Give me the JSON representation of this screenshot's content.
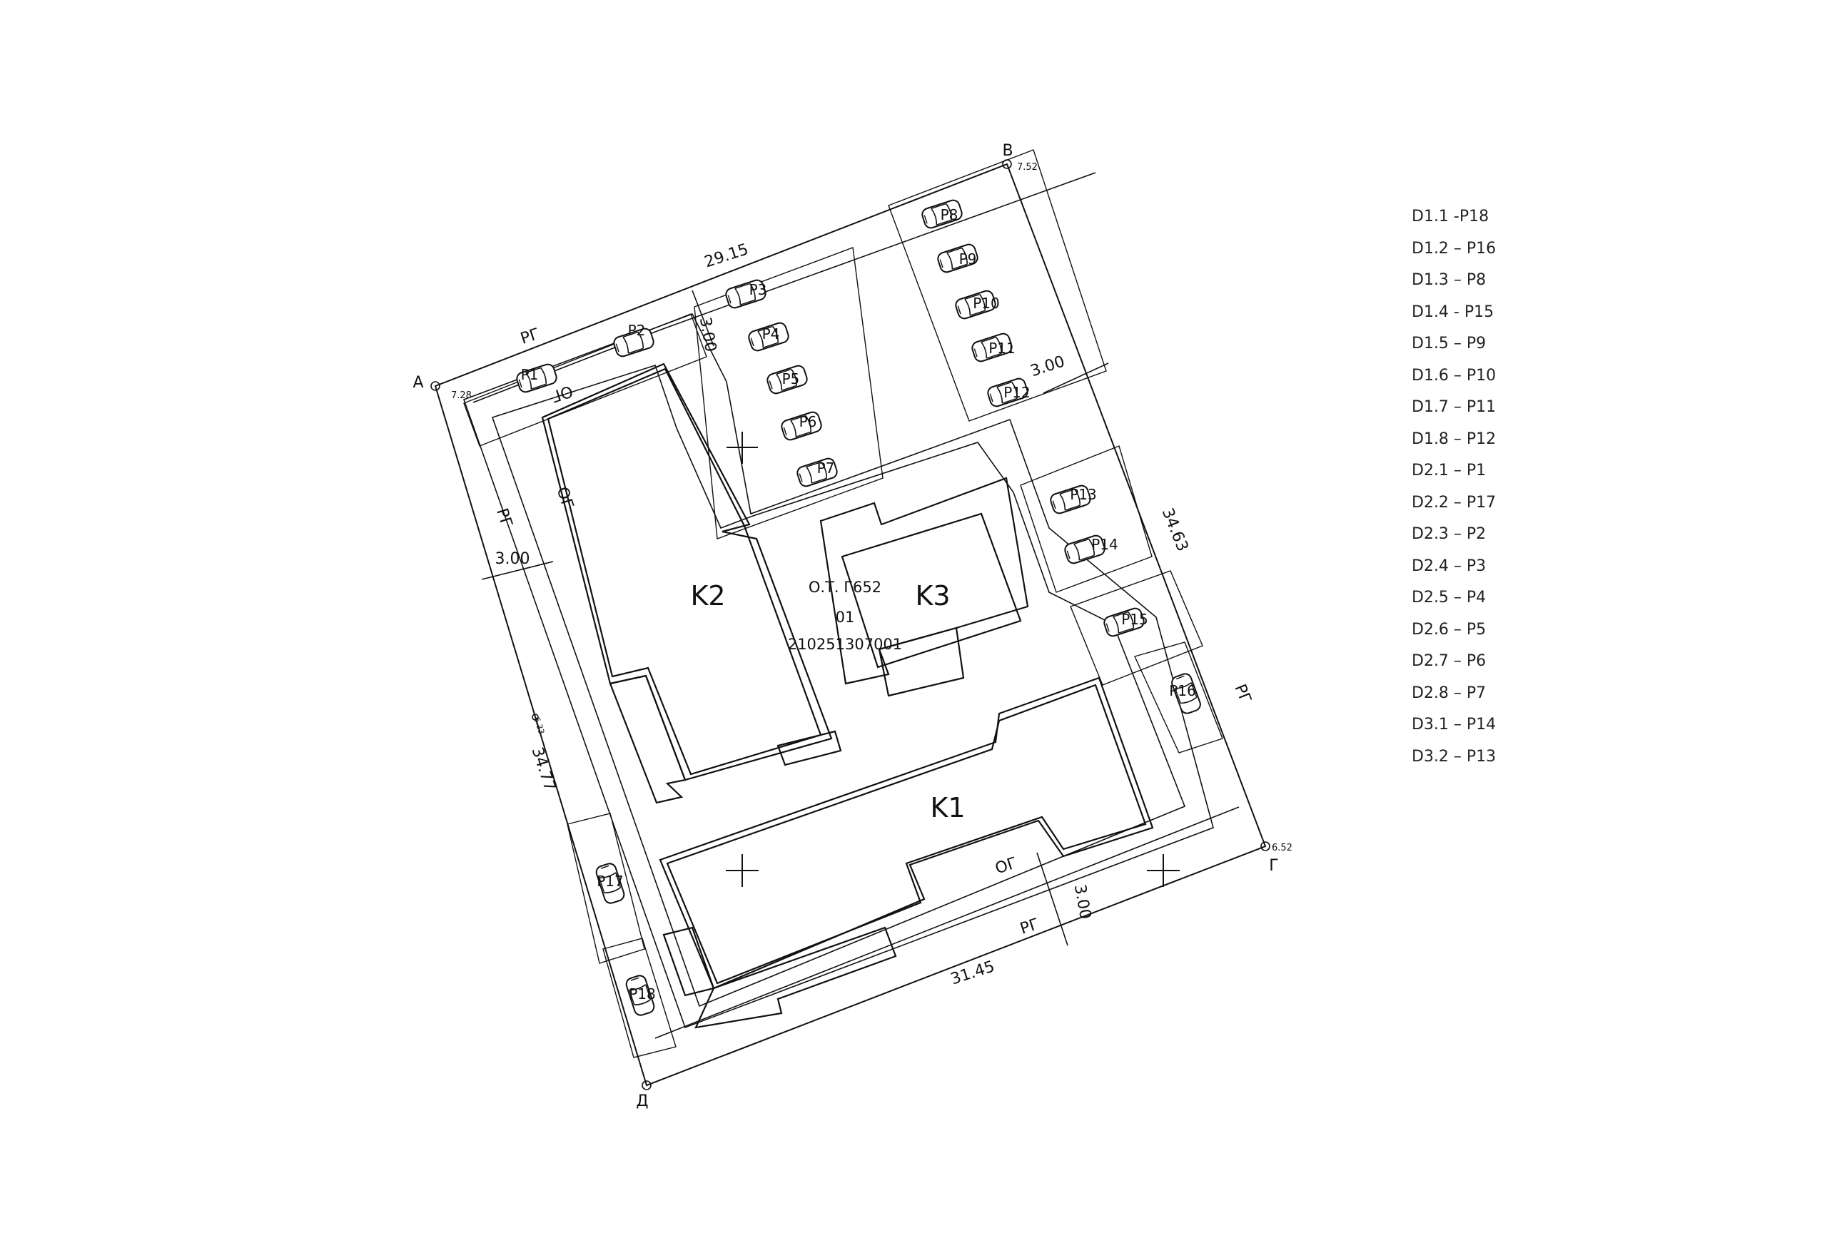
{
  "plan": {
    "corners": {
      "a": "А",
      "b": "В",
      "g": "Г",
      "d": "Д"
    },
    "heights": {
      "a": "7.28",
      "b": "7.52",
      "g": "6.52",
      "left_mid": "6.33"
    },
    "dimensions": {
      "top": "29.15",
      "right": "34.63",
      "bottom": "31.45",
      "left": "34.77",
      "setback_left": "3.00",
      "setback_top": "3.00",
      "setback_right": "3.00",
      "setback_bottom": "3.00"
    },
    "line_labels": {
      "rg": "РГ",
      "og": "ОГ"
    },
    "buildings": {
      "k1": "K1",
      "k2": "K2",
      "k3": "K3"
    },
    "parcel": {
      "line1": "О.Т. Г652",
      "line2": "01",
      "line3": "210251307001"
    },
    "parking": [
      "P1",
      "P2",
      "P3",
      "P4",
      "P5",
      "P6",
      "P7",
      "P8",
      "P9",
      "P10",
      "P11",
      "P12",
      "P13",
      "P14",
      "P15",
      "P16",
      "P17",
      "P18"
    ]
  },
  "legend": {
    "items": [
      "D1.1 -P18",
      "D1.2 – P16",
      "D1.3 – P8",
      "D1.4 - P15",
      "D1.5 – P9",
      "D1.6 – P10",
      "D1.7 – P11",
      "D1.8 – P12",
      "D2.1 – P1",
      "D2.2 – P17",
      "D2.3 – P2",
      "D2.4 – P3",
      "D2.5 – P4",
      "D2.6 – P5",
      "D2.7 – P6",
      "D2.8 – P7",
      "D3.1 – P14",
      "D3.2 – P13"
    ]
  }
}
